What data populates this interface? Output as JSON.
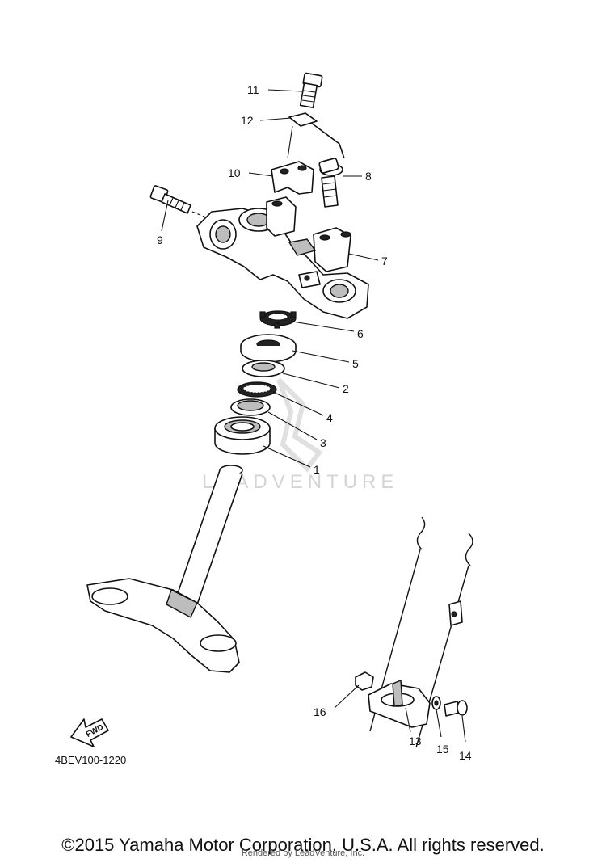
{
  "diagram_code": "4BEV100-1220",
  "watermark": "LEADVENTURE",
  "fwd_label": "FWD",
  "copyright": "©2015 Yamaha Motor Corporation, U.S.A. All rights reserved.",
  "rendered_by": "Rendered by LeadVenture, Inc.",
  "callouts": [
    {
      "id": "c11",
      "label": "11"
    },
    {
      "id": "c12",
      "label": "12"
    },
    {
      "id": "c10",
      "label": "10"
    },
    {
      "id": "c8",
      "label": "8"
    },
    {
      "id": "c9",
      "label": "9"
    },
    {
      "id": "c7",
      "label": "7"
    },
    {
      "id": "c6",
      "label": "6"
    },
    {
      "id": "c5",
      "label": "5"
    },
    {
      "id": "c2",
      "label": "2"
    },
    {
      "id": "c4",
      "label": "4"
    },
    {
      "id": "c3",
      "label": "3"
    },
    {
      "id": "c1",
      "label": "1"
    },
    {
      "id": "c16",
      "label": "16"
    },
    {
      "id": "c13",
      "label": "13"
    },
    {
      "id": "c15",
      "label": "15"
    },
    {
      "id": "c14",
      "label": "14"
    }
  ]
}
